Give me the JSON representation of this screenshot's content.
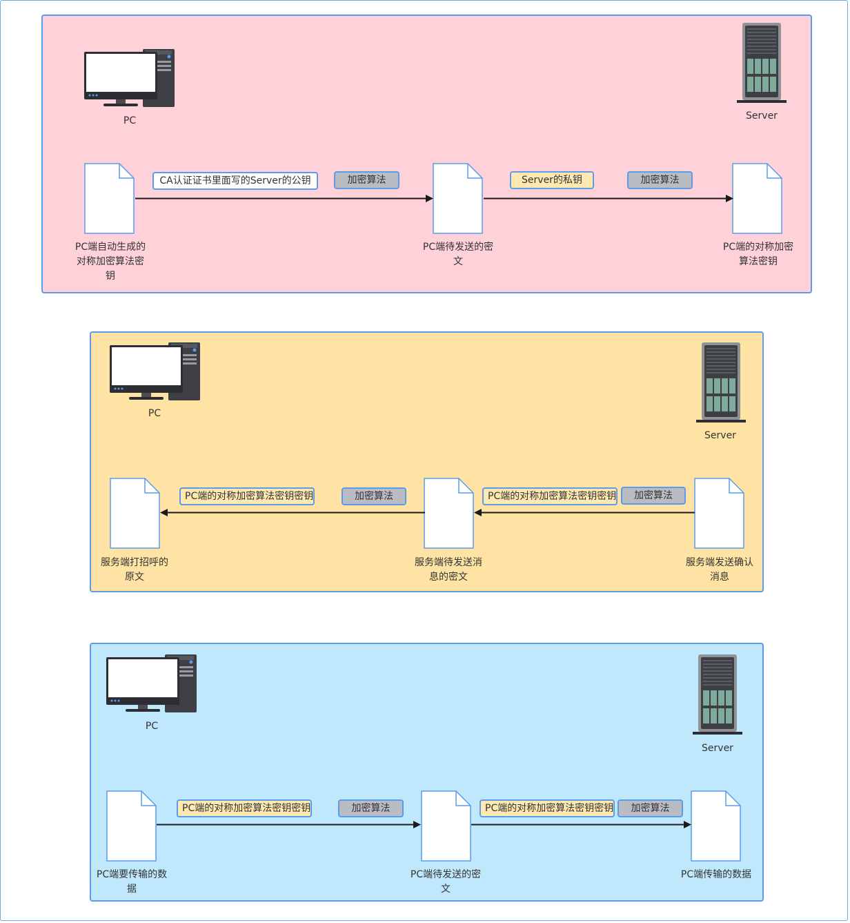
{
  "colors": {
    "panel1_bg": "#ffd1d9",
    "panel2_bg": "#fee3a4",
    "panel3_bg": "#c0e8fd",
    "border": "#5b9bea",
    "tag_algorithm": "#b9bcc2",
    "tag_key": "#ffe9b1",
    "arrow": "#1a1a1a"
  },
  "icons": [
    "pc-icon",
    "server-icon",
    "document-icon"
  ],
  "panel1": {
    "pc_label": "PC",
    "server_label": "Server",
    "doc_left": "PC端自动生成的对称加密算法密钥",
    "doc_mid": "PC端待发送的密文",
    "doc_right": "PC端的对称加密算法密钥",
    "tag1": "CA认证证书里面写的Server的公钥",
    "tag2": "加密算法",
    "tag3": "Server的私钥",
    "tag4": "加密算法"
  },
  "panel2": {
    "pc_label": "PC",
    "server_label": "Server",
    "doc_left": "服务端打招呼的原文",
    "doc_mid": "服务端待发送消息的密文",
    "doc_right": "服务端发送确认消息",
    "tag1": "PC端的对称加密算法密钥密钥",
    "tag2": "加密算法",
    "tag3": "PC端的对称加密算法密钥密钥",
    "tag4": "加密算法"
  },
  "panel3": {
    "pc_label": "PC",
    "server_label": "Server",
    "doc_left": "PC端要传输的数据",
    "doc_mid": "PC端待发送的密文",
    "doc_right": "PC端传输的数据",
    "tag1": "PC端的对称加密算法密钥密钥",
    "tag2": "加密算法",
    "tag3": "PC端的对称加密算法密钥密钥",
    "tag4": "加密算法"
  }
}
